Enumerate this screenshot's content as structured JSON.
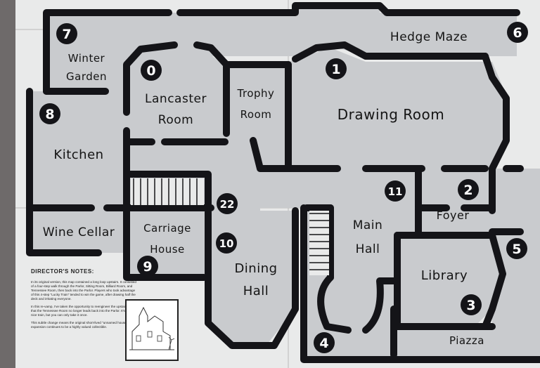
{
  "colors": {
    "floor": "#c9cbce",
    "wall": "#141418",
    "outside": "#e9eaea",
    "table": "#6e6a6a",
    "door": "#efefef"
  },
  "rooms": {
    "hedge_maze": "Hedge Maze",
    "winter_garden": [
      "Winter",
      "Garden"
    ],
    "lancaster_room": [
      "Lancaster",
      "Room"
    ],
    "trophy_room": [
      "Trophy",
      "Room"
    ],
    "drawing_room": "Drawing Room",
    "kitchen": "Kitchen",
    "wine_cellar": "Wine Cellar",
    "carriage_house": [
      "Carriage",
      "House"
    ],
    "dining_hall": [
      "Dining",
      "Hall"
    ],
    "main_hall": [
      "Main",
      "Hall"
    ],
    "foyer": "Foyer",
    "library": "Library",
    "piazza": "Piazza"
  },
  "badges": {
    "b0": "0",
    "b1": "1",
    "b2": "2",
    "b3": "3",
    "b4": "4",
    "b5": "5",
    "b6": "6",
    "b7": "7",
    "b8": "8",
    "b9": "9",
    "b10": "10",
    "b11": "11",
    "b22": "22"
  },
  "notes": {
    "title": "DIRECTOR'S NOTES:",
    "p1": "In its original version, this map contained a long loop upstairs. It consisted of a four-step walk through the Parlor, Sitting Room, Billiard Room, and Tennessee Room, then back into the Parlor. Players who took advantage of this 4-step \"Lucky Train\" tended to win the game, after drawing half the deck and irritating everyone.",
    "p2": "In this re-vamp, I've taken the opportunity to reengineer the upstairs so that the Tennessee Room no longer leads back into the Parlor. It's still a nice train, but you can only take it once.",
    "p3": "This subtle change means the original short-lived \"unnamed house\" expansion continues to be a highly valued collectible."
  }
}
